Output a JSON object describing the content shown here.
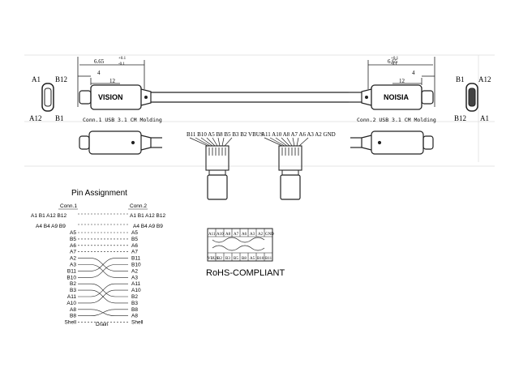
{
  "connectors": {
    "left_pins": {
      "tl": "A1",
      "tr": "B12",
      "bl": "A12",
      "br": "B1"
    },
    "right_pins": {
      "tl": "B1",
      "tr": "A12",
      "bl": "B12",
      "br": "A1"
    },
    "dim_overall": "6.65",
    "dim_tol_plus": "+0.1",
    "dim_tol_minus": "-0.1",
    "dim_12": "12",
    "dim_4": "4",
    "brand_left": "VISION",
    "brand_right": "NOISIA",
    "conn1_label": "Conn.1 USB 3.1 CM Molding",
    "conn2_label": "Conn.2 USB 3.1 CM Molding"
  },
  "pcb": {
    "left_pins_label": "B11 B10 A5 B8 B5 B3 B2 VBUS",
    "right_pins_label": "A11 A10 A8 A7 A6 A3 A2 GND"
  },
  "rohs": {
    "top_row": [
      "A11",
      "A10",
      "A8",
      "A7",
      "A6",
      "A3",
      "A2",
      "GND"
    ],
    "bottom_row": [
      "VBUS",
      "B2",
      "B3",
      "B5",
      "B8",
      "A5",
      "B10",
      "B11"
    ],
    "label": "RoHS-COMPLIANT"
  },
  "pin_assignment": {
    "title": "Pin Assignment",
    "conn1_header": "Conn.1",
    "conn2_header": "Conn.2",
    "group1": "A1 B1 A12 B12",
    "group2": "A4 B4 A9 B9",
    "rows": [
      {
        "left": "A5",
        "right": "A5"
      },
      {
        "left": "B5",
        "right": "B5"
      },
      {
        "left": "A6",
        "right": "A6"
      },
      {
        "left": "A7",
        "right": "A7"
      },
      {
        "left": "A2",
        "right": "B11"
      },
      {
        "left": "A3",
        "right": "B10"
      },
      {
        "left": "B11",
        "right": "A2"
      },
      {
        "left": "B10",
        "right": "A3"
      },
      {
        "left": "B2",
        "right": "A11"
      },
      {
        "left": "B3",
        "right": "A10"
      },
      {
        "left": "A11",
        "right": "B2"
      },
      {
        "left": "A10",
        "right": "B3"
      },
      {
        "left": "A8",
        "right": "B8"
      },
      {
        "left": "B8",
        "right": "A8"
      },
      {
        "left": "Shell",
        "right": "Shell"
      }
    ],
    "drain_label": "Drain"
  }
}
